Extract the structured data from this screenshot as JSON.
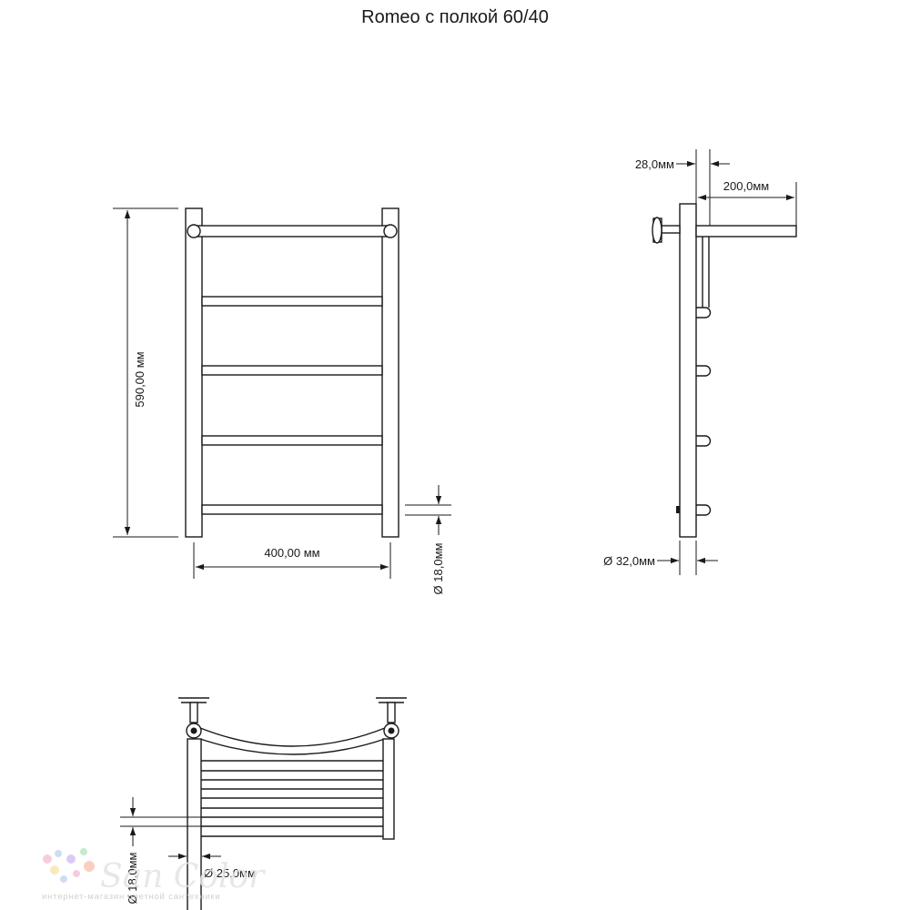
{
  "title": "Romeo с полкой 60/40",
  "front_view": {
    "height_label": "590,00 мм",
    "width_label": "400,00 мм",
    "rail_diameter_label": "Ø 18,0мм"
  },
  "side_view": {
    "offset_label": "28,0мм",
    "shelf_depth_label": "200,0мм",
    "pipe_diameter_label": "Ø 32,0мм"
  },
  "top_view": {
    "rail_diameter_label": "Ø 18,0мм",
    "mount_diameter_label": "Ø 25,0мм"
  },
  "watermark": {
    "brand": "San Color",
    "tagline": "интернет-магазин цветной сантехники",
    "dot_colors": [
      "#f6c2d9",
      "#c6d8f5",
      "#f8e6b0",
      "#d4c2f3",
      "#bfe6c8",
      "#f7c8b8"
    ]
  }
}
